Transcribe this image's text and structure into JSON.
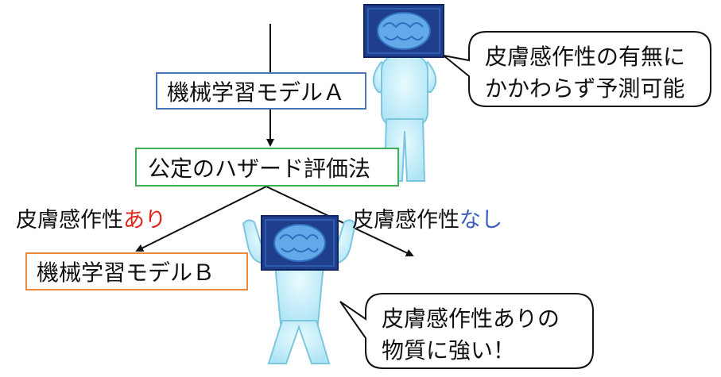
{
  "nodes": {
    "model_a": "機械学習モデルＡ",
    "hazard": "公定のハザード評価法",
    "model_b": "機械学習モデルＢ"
  },
  "edges": {
    "yes_prefix": "皮膚感作性",
    "yes_suffix": "あり",
    "no_prefix": "皮膚感作性",
    "no_suffix": "なし"
  },
  "bubbles": {
    "top": {
      "line1": "皮膚感作性の有無に",
      "line2": "かかわらず予測可能"
    },
    "bottom": {
      "line1": "皮膚感作性ありの",
      "line2": "物質に強い！"
    }
  },
  "colors": {
    "model_a_border": "#4a74b8",
    "hazard_border": "#3fae5a",
    "model_b_border": "#ed8a3a",
    "yes_highlight": "#e0251b",
    "no_highlight": "#3b5fc0"
  }
}
